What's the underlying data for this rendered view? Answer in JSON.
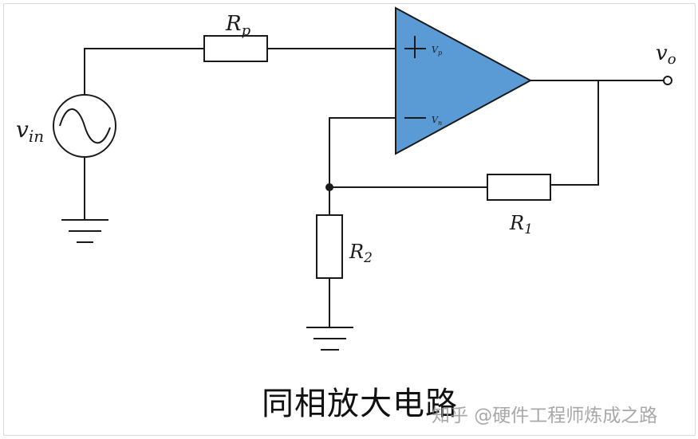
{
  "diagram": {
    "title": "同相放大电路",
    "watermark": "知乎 @硬件工程师炼成之路",
    "opamp_fill": "#5b9bd5",
    "labels": {
      "source": "v",
      "source_sub": "in",
      "rp": "R",
      "rp_sub": "p",
      "r1": "R",
      "r1_sub": "1",
      "r2": "R",
      "r2_sub": "2",
      "output": "v",
      "output_sub": "o",
      "vp": "V",
      "vp_sub": "p",
      "vn": "V",
      "vn_sub": "n"
    }
  }
}
